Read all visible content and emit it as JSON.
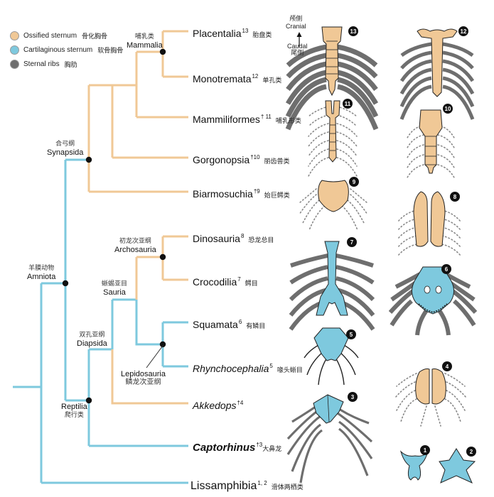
{
  "legend": [
    {
      "label": "Ossified sternum",
      "cn": "骨化胸骨",
      "color": "#f0c896"
    },
    {
      "label": "Cartilaginous sternum",
      "cn": "软骨胸骨",
      "color": "#7ec9de"
    },
    {
      "label": "Sternal ribs",
      "cn": "胸肋",
      "color": "#6e6e6e"
    }
  ],
  "colors": {
    "ossified": "#f0c896",
    "cartilaginous": "#7ec9de",
    "rib": "#6e6e6e",
    "outline": "#222222"
  },
  "taxa": [
    {
      "name": "Placentalia",
      "sup": "13",
      "cn": "胎盘类"
    },
    {
      "name": "Monotremata",
      "sup": "12",
      "cn": "单孔类"
    },
    {
      "name": "Mammiliformes",
      "sup": "† 11",
      "cn": "哺乳形类"
    },
    {
      "name": "Gorgonopsia",
      "sup": "†10",
      "cn": "丽齿兽类"
    },
    {
      "name": "Biarmosuchia",
      "sup": "†9",
      "cn": "始巨鳄类"
    },
    {
      "name": "Dinosauria",
      "sup": "8",
      "cn": "恐龙总目"
    },
    {
      "name": "Crocodilia",
      "sup": "7",
      "cn": "鳄目"
    },
    {
      "name": "Squamata",
      "sup": "6",
      "cn": "有鳞目"
    },
    {
      "name": "Rhynchocephalia",
      "sup": "5",
      "cn": "喙头蜥目"
    },
    {
      "name": "Akkedops",
      "sup": "†4",
      "cn": ""
    },
    {
      "name": "Captorhinus",
      "sup": "†3",
      "cn": "大鼻龙"
    },
    {
      "name": "Lissamphibia",
      "sup": "1, 2",
      "cn": "滑体两栖类"
    }
  ],
  "clades": {
    "mammalia": {
      "cn": "哺乳类",
      "name": "Mammalia"
    },
    "synapsida": {
      "cn": "合弓纲",
      "name": "Synapsida"
    },
    "amniota": {
      "cn": "羊膜动物",
      "name": "Amniota"
    },
    "archosauria": {
      "cn": "初龙次亚纲",
      "name": "Archosauria"
    },
    "sauria": {
      "cn": "蜥蜴亚目",
      "name": "Sauria"
    },
    "diapsida": {
      "cn": "双孔亚纲",
      "name": "Diapsida"
    },
    "lepidosauria": {
      "name": "Lepidosauria",
      "cn": "鳞龙次亚纲"
    },
    "reptilia": {
      "name": "Reptilia",
      "cn": "爬行类"
    }
  },
  "orientation": {
    "cranial_cn": "颅侧",
    "cranial": "Cranial",
    "caudal": "Caudal",
    "caudal_cn": "尾侧"
  },
  "specimens": [
    "13",
    "12",
    "11",
    "10",
    "9",
    "8",
    "7",
    "6",
    "5",
    "4",
    "3",
    "1",
    "2"
  ]
}
